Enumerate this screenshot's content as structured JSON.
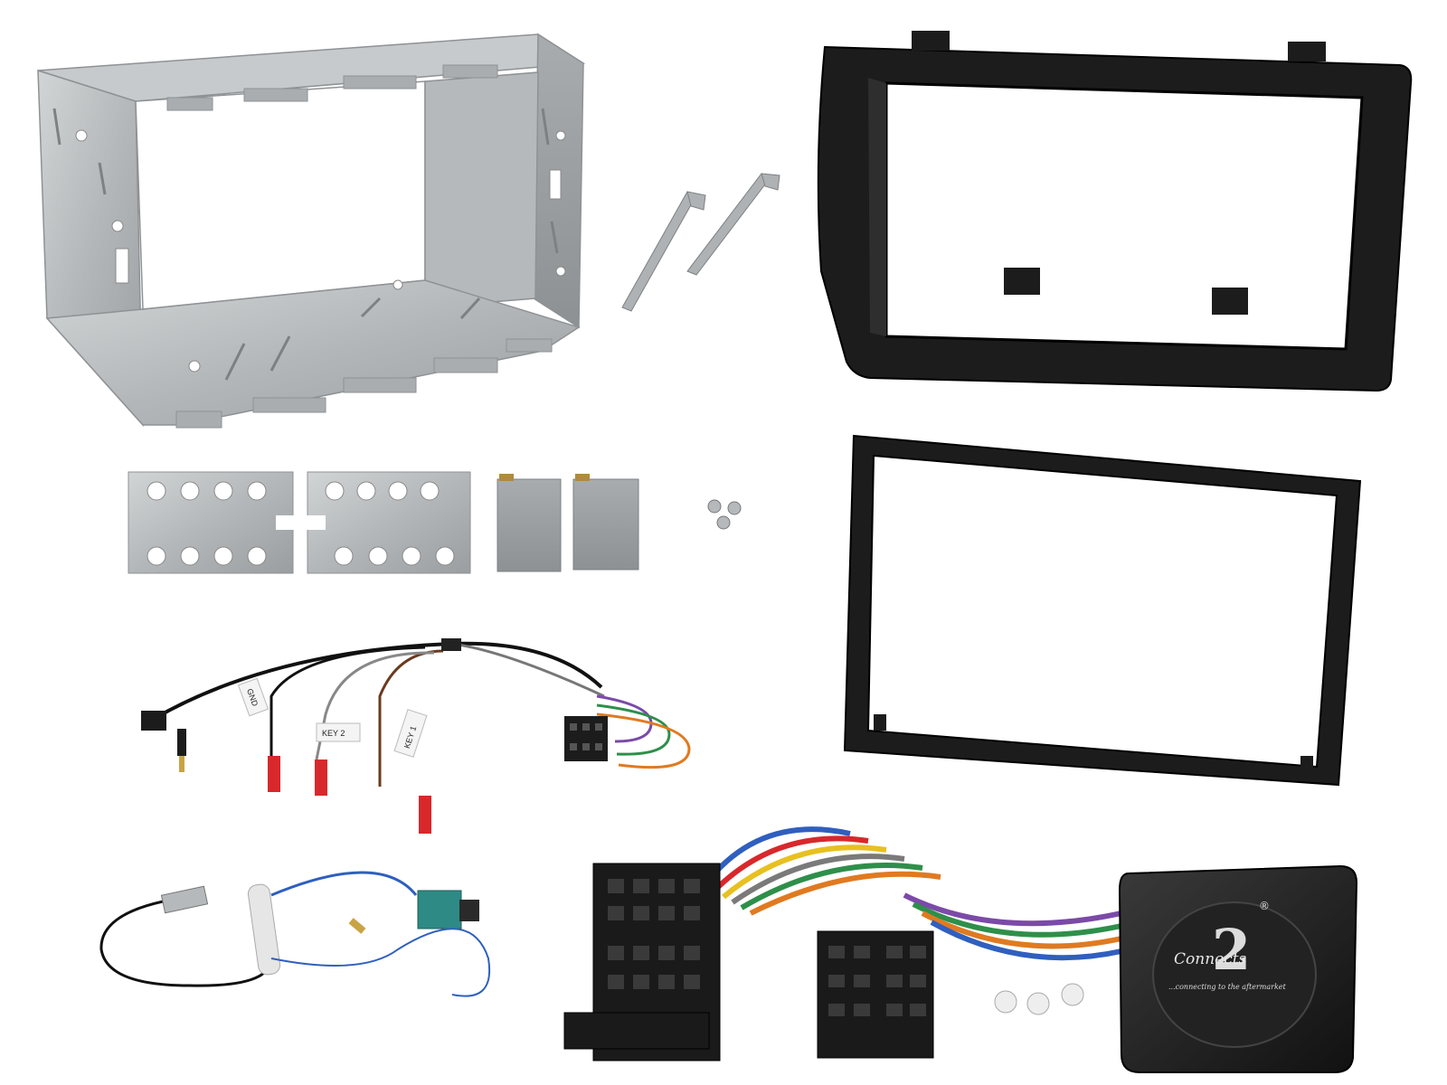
{
  "labels": {
    "wire_gnd": "GND",
    "wire_key2": "KEY 2",
    "wire_key1": "KEY 1"
  },
  "brand": {
    "logo_number": "2",
    "registered_mark": "®",
    "name": "Connects",
    "tagline": "...connecting to the aftermarket"
  },
  "colors": {
    "metal": "#b9bdbf",
    "fascia": "#1c1c1c",
    "wire_red": "#d8282c",
    "wire_blue": "#2f5fbf",
    "wire_green": "#2e8f4a",
    "wire_orange": "#e07a20",
    "wire_purple": "#7b4aa8",
    "wire_brown": "#6b3a1f"
  }
}
